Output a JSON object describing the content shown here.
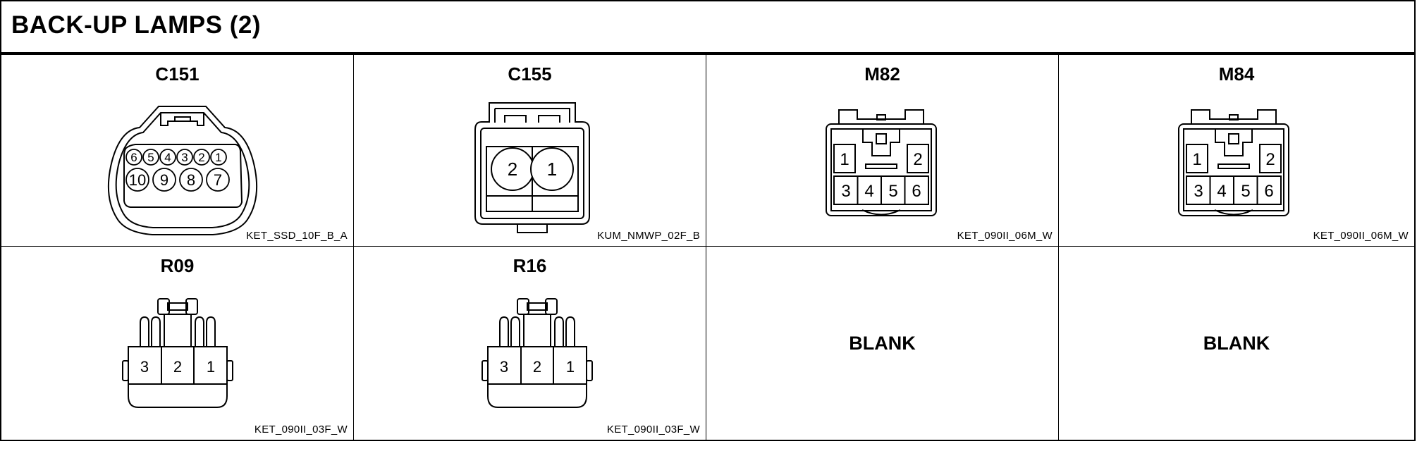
{
  "title": "BACK-UP LAMPS (2)",
  "connectors": [
    {
      "id": "C151",
      "part": "KET_SSD_10F_B_A",
      "pins_top": [
        "6",
        "5",
        "4",
        "3",
        "2",
        "1"
      ],
      "pins_bottom": [
        "10",
        "9",
        "8",
        "7"
      ]
    },
    {
      "id": "C155",
      "part": "KUM_NMWP_02F_B",
      "pins": [
        "2",
        "1"
      ]
    },
    {
      "id": "M82",
      "part": "KET_090II_06M_W",
      "pins_upper": [
        "1",
        "2"
      ],
      "pins_lower": [
        "3",
        "4",
        "5",
        "6"
      ]
    },
    {
      "id": "M84",
      "part": "KET_090II_06M_W",
      "pins_upper": [
        "1",
        "2"
      ],
      "pins_lower": [
        "3",
        "4",
        "5",
        "6"
      ]
    },
    {
      "id": "R09",
      "part": "KET_090II_03F_W",
      "pins": [
        "3",
        "2",
        "1"
      ]
    },
    {
      "id": "R16",
      "part": "KET_090II_03F_W",
      "pins": [
        "3",
        "2",
        "1"
      ]
    }
  ],
  "blank_cells": [
    "BLANK",
    "BLANK"
  ]
}
